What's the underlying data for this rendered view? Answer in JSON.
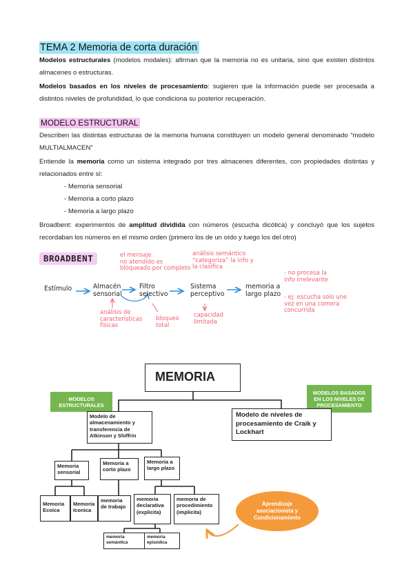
{
  "doc": {
    "title": "TEMA 2 Memoria de corta duración",
    "p1_bold": "Modelos estructurales",
    "p1_text": " (modelos modales): afirman que la memoria no es unitaria, sino que existen distintos almacenes o estructuras.",
    "p2_bold": "Modelos basados en los niveles de procesamiento",
    "p2_text": ": sugieren que la información puede ser procesada a distintos niveles de profundidad, lo que condiciona su posterior recuperación.",
    "section": "MODELO ESTRUCTURAL",
    "p3": "Describen las distintas estructuras de la memoria humana constituyen un modelo general denominado “modelo MULTIALMACEN”",
    "p4_a": "Entiende la ",
    "p4_bold": "memoria",
    "p4_b": " como un sistema integrado por tres almacenes diferentes, con propiedades distintas y relacionados entre sí:",
    "list": [
      "- Memoria sensorial",
      "- Memoria a corto plazo",
      "- Memoria a largo plazo"
    ],
    "p5_a": "Broadbent: experimentos de ",
    "p5_bold": "amplitud dividida",
    "p5_b": " con números (escucha dicótica) y concluyó que los sujetos recordaban los números en el mismo orden (primero los de un oído y luego los del otro)"
  },
  "broadbent": {
    "title": "BROADBENT",
    "estimulo": "Estímulo",
    "almacen": [
      "Almacén",
      "sensorial"
    ],
    "filtro": [
      "Filtro",
      "selectivo"
    ],
    "sistema": [
      "Sistema",
      "perceptivo"
    ],
    "memoria": [
      "memoria a",
      "largo plazo"
    ],
    "note_mensaje": [
      "el mensaje",
      "no atendido es",
      "bloqueado por completo"
    ],
    "note_semantico": [
      "análisis semántico",
      "“categoriza” la info y",
      "la clasifica"
    ],
    "note_analisis": [
      "análisis de",
      "características",
      "físicas"
    ],
    "note_bloqueo": [
      "bloqueo",
      "total"
    ],
    "note_capacidad": [
      "capacidad",
      "limitada"
    ],
    "note_procesa": [
      "- no procesa la",
      "info irrelevante"
    ],
    "note_escucha": [
      "- ej: escucha solo une",
      "vez en una comera",
      "concurrida"
    ]
  },
  "map": {
    "root": "MEMORIA",
    "label_estructurales": "MODELOS ESTRUCTURALES",
    "label_niveles": "MODELOS BASADOS EN LOS NIVELES DE PROCESAMIENTO",
    "atkinson": "Modelo de almacenamiento y transferencia de Atkinson y Shiffrin",
    "craik": "Modelo de niveles de procesamiento de Craik y Lockhart",
    "sensorial": "Memoria sensorial",
    "corto": "Memoria a corto plazo",
    "largo": "Memoria a largo plazo",
    "ecoica": "Memoria Ecoica",
    "iconica": "Memoria Iconica",
    "trabajo": "memoria de trabajo",
    "declarativa": "memoria declarativa (explicita)",
    "procedimiento": "memoria de procedimiento (implicita)",
    "semantica": "memoria semántica",
    "episodica": "memoria episódica",
    "aprendizaje": "Aprendizaje asociacionista y Condicionamiento"
  },
  "colors": {
    "title_bg": "#9fe3f3",
    "section_bg": "#f6c4f2",
    "annotation": "#f05d70",
    "arrow": "#2f8fe0",
    "green": "#75b74f",
    "orange": "#f49a3a"
  }
}
